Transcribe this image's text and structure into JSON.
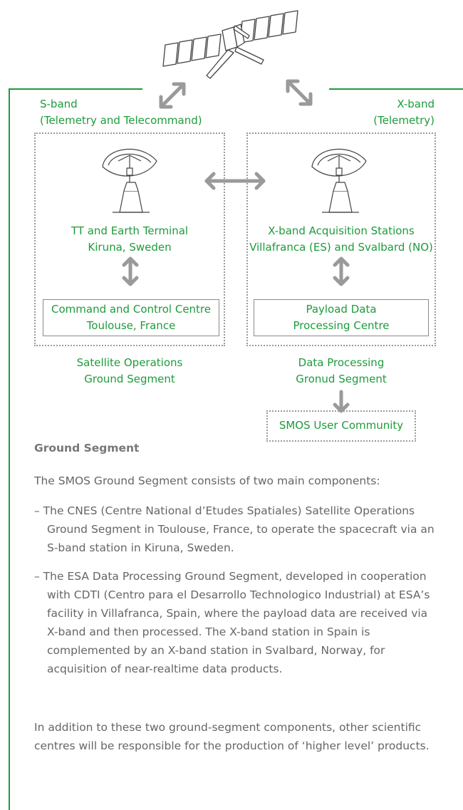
{
  "diagram": {
    "left_band": {
      "line1": "S-band",
      "line2": "(Telemetry and Telecommand)"
    },
    "right_band": {
      "line1": "X-band",
      "line2": "(Telemetry)"
    },
    "left_station": {
      "line1": "TT and Earth Terminal",
      "line2": "Kiruna, Sweden"
    },
    "right_station": {
      "line1": "X-band Acquisition Stations",
      "line2": "Villafranca (ES) and Svalbard (NO)"
    },
    "left_centre": {
      "line1": "Command and Control Centre",
      "line2": "Toulouse, France"
    },
    "right_centre": {
      "line1": "Payload Data",
      "line2": "Processing Centre"
    },
    "left_segment": {
      "line1": "Satellite Operations",
      "line2": "Ground Segment"
    },
    "right_segment": {
      "line1": "Data Processing",
      "line2": "Gronud Segment"
    },
    "users": "SMOS User Community"
  },
  "text": {
    "heading": "Ground Segment",
    "intro": "The SMOS Ground Segment consists of two main components:",
    "bullet1": "– The CNES (Centre National d’Etudes Spatiales) Satellite Operations Ground Segment in Toulouse, France, to operate the spacecraft via an S-band station in Kiruna, Sweden.",
    "bullet2": "– The ESA Data Processing Ground Segment, developed in cooperation with CDTI (Centro para el Desarrollo Technologico Industrial) at ESA’s facility in Villafranca, Spain, where the payload data are received via X-band and then processed. The X-band station in Spain is complemented by an X-band station in Svalbard, Norway, for acquisition of near-realtime data products.",
    "closing": "In addition to these two ground-segment components, other scientific centres will be responsible for the production of ‘higher level’ products."
  },
  "colors": {
    "accent": "#1e9b3c",
    "arrow": "#9a9a9a",
    "body_text": "#666666"
  }
}
